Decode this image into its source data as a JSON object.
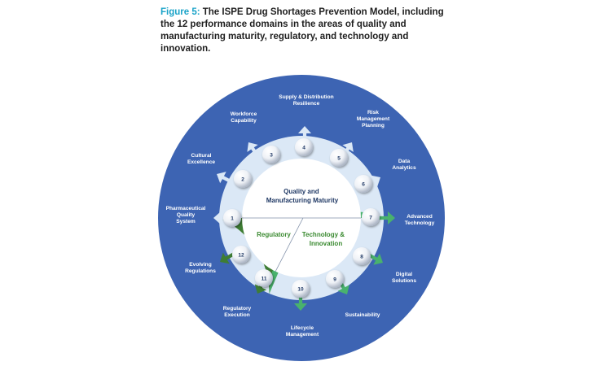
{
  "caption": {
    "figure_label": "Figure 5:",
    "text": " The ISPE Drug Shortages Prevention Model, including the 12 performance domains in the areas of quality and manufacturing maturity, regulatory, and technology and innovation."
  },
  "colors": {
    "outer_blue": "#3d64b3",
    "ring_light": "#dbe8f6",
    "regulatory_green": "#3e7d34",
    "technology_green": "#49b26d",
    "center_white": "#ffffff",
    "text_navy": "#1f3864",
    "text_green": "#3a8a30",
    "caption_accent": "#1aa3c8"
  },
  "center": {
    "quality": [
      "Quality and",
      "Manufacturing Maturity"
    ],
    "regulatory": "Regulatory",
    "technology": [
      "Technology &",
      "Innovation"
    ]
  },
  "domains": [
    {
      "number": "1",
      "label": [
        "Pharmaceutical",
        "Quality",
        "System"
      ]
    },
    {
      "number": "2",
      "label": [
        "Cultural",
        "Excellence"
      ]
    },
    {
      "number": "3",
      "label": [
        "Workforce",
        "Capability"
      ]
    },
    {
      "number": "4",
      "label": [
        "Supply & Distribution",
        "Resilience"
      ]
    },
    {
      "number": "5",
      "label": [
        "Risk",
        "Management",
        "Planning"
      ]
    },
    {
      "number": "6",
      "label": [
        "Data",
        "Analytics"
      ]
    },
    {
      "number": "7",
      "label": [
        "Advanced",
        "Technology"
      ]
    },
    {
      "number": "8",
      "label": [
        "Digital",
        "Solutions"
      ]
    },
    {
      "number": "9",
      "label": [
        "Sustainability"
      ]
    },
    {
      "number": "10",
      "label": [
        "Lifecycle",
        "Management"
      ]
    },
    {
      "number": "11",
      "label": [
        "Regulatory",
        "Execution"
      ]
    },
    {
      "number": "12",
      "label": [
        "Evolving",
        "Regulations"
      ]
    }
  ]
}
